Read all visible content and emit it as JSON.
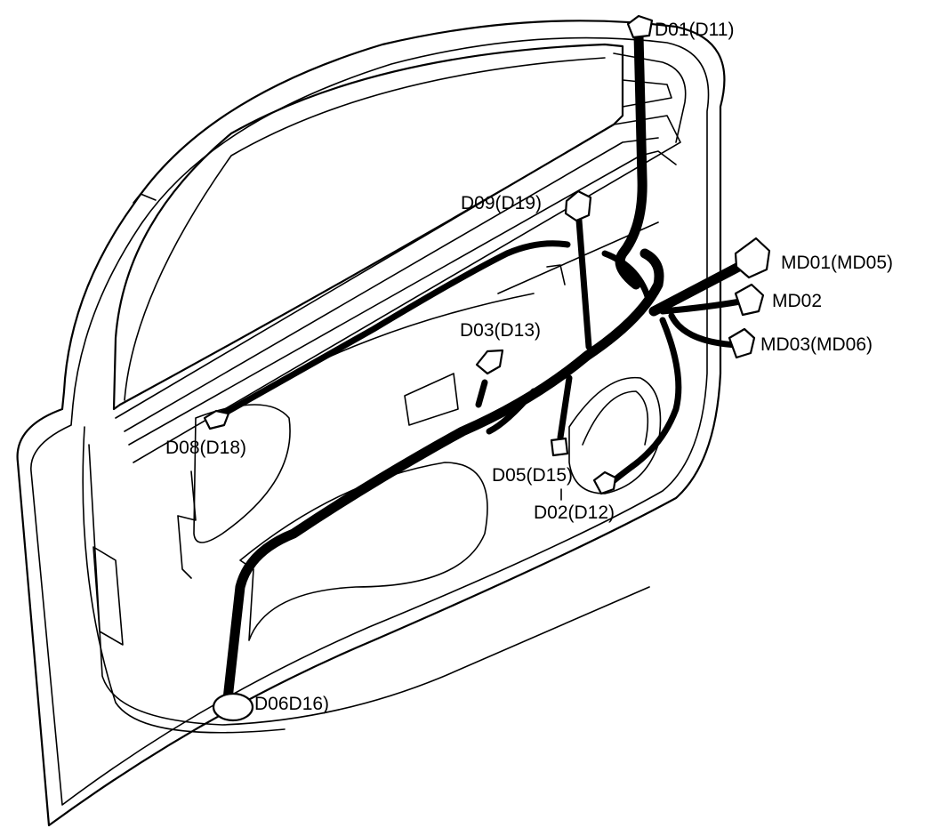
{
  "labels": {
    "d01": "D01(D11)",
    "d09": "D09(D19)",
    "md01": "MD01(MD05)",
    "md02": "MD02",
    "md03": "MD03(MD06)",
    "d03": "D03(D13)",
    "d08": "D08(D18)",
    "d05": "D05(D15)",
    "d02": "D02(D12)",
    "d06": "D06D16)"
  }
}
